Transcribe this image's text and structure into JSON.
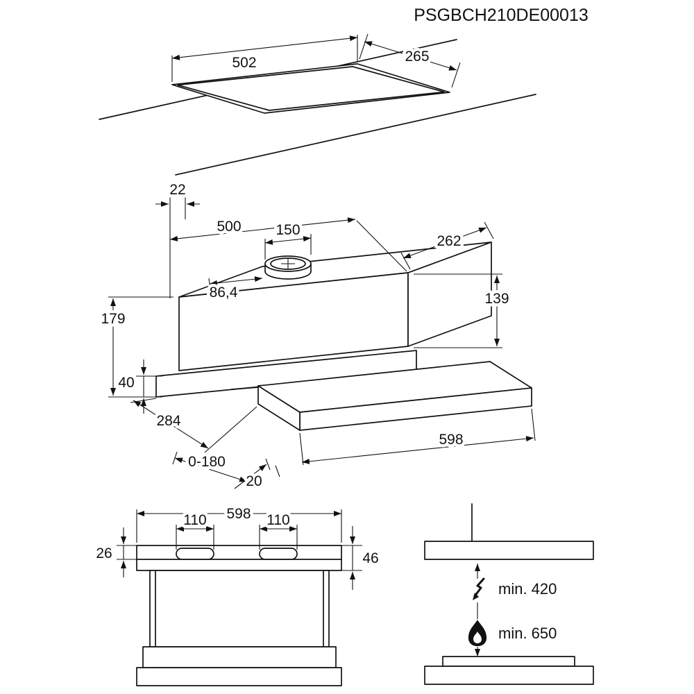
{
  "drawing_code": "PSGBCH210DE00013",
  "colors": {
    "line": "#111111",
    "background": "#ffffff"
  },
  "top_view": {
    "cutout_width": "502",
    "cutout_depth": "265"
  },
  "iso_view": {
    "rear_clearance": "22",
    "body_width": "500",
    "duct_diameter": "150",
    "duct_offset": "86,4",
    "body_depth": "262",
    "body_height": "139",
    "total_height": "179",
    "visor_height": "40",
    "total_depth": "284",
    "pullout_range": "0-180",
    "front_lip": "20",
    "front_width": "598"
  },
  "front_view": {
    "overall_width": "598",
    "left_vent_width": "110",
    "right_vent_width": "110",
    "upper_band_height": "26",
    "front_panel_height": "46"
  },
  "clearance_view": {
    "electric_icon": "lightning-bolt",
    "gas_icon": "flame",
    "min_distance_electric": "min. 420",
    "min_distance_gas": "min. 650"
  }
}
